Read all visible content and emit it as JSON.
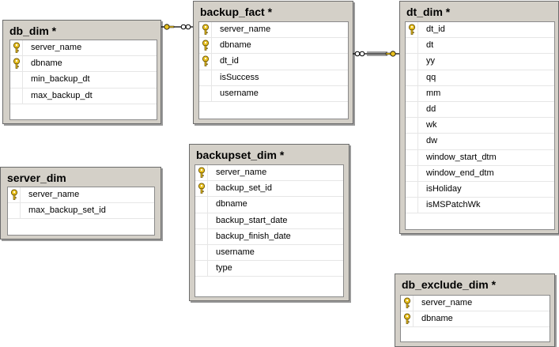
{
  "diagram": {
    "tables": [
      {
        "title": "db_dim *",
        "columns": [
          {
            "name": "server_name",
            "pk": true
          },
          {
            "name": "dbname",
            "pk": true
          },
          {
            "name": "min_backup_dt",
            "pk": false
          },
          {
            "name": "max_backup_dt",
            "pk": false
          }
        ]
      },
      {
        "title": "backup_fact *",
        "columns": [
          {
            "name": "server_name",
            "pk": true
          },
          {
            "name": "dbname",
            "pk": true
          },
          {
            "name": "dt_id",
            "pk": true
          },
          {
            "name": "isSuccess",
            "pk": false
          },
          {
            "name": "username",
            "pk": false
          }
        ]
      },
      {
        "title": "dt_dim *",
        "columns": [
          {
            "name": "dt_id",
            "pk": true
          },
          {
            "name": "dt",
            "pk": false
          },
          {
            "name": "yy",
            "pk": false
          },
          {
            "name": "qq",
            "pk": false
          },
          {
            "name": "mm",
            "pk": false
          },
          {
            "name": "dd",
            "pk": false
          },
          {
            "name": "wk",
            "pk": false
          },
          {
            "name": "dw",
            "pk": false
          },
          {
            "name": "window_start_dtm",
            "pk": false
          },
          {
            "name": "window_end_dtm",
            "pk": false
          },
          {
            "name": "isHoliday",
            "pk": false
          },
          {
            "name": "isMSPatchWk",
            "pk": false
          }
        ]
      },
      {
        "title": "server_dim",
        "columns": [
          {
            "name": "server_name",
            "pk": true
          },
          {
            "name": "max_backup_set_id",
            "pk": false
          }
        ]
      },
      {
        "title": "backupset_dim *",
        "columns": [
          {
            "name": "server_name",
            "pk": true
          },
          {
            "name": "backup_set_id",
            "pk": true
          },
          {
            "name": "dbname",
            "pk": false
          },
          {
            "name": "backup_start_date",
            "pk": false
          },
          {
            "name": "backup_finish_date",
            "pk": false
          },
          {
            "name": "username",
            "pk": false
          },
          {
            "name": "type",
            "pk": false
          }
        ]
      },
      {
        "title": "db_exclude_dim *",
        "columns": [
          {
            "name": "server_name",
            "pk": true
          },
          {
            "name": "dbname",
            "pk": true
          }
        ]
      }
    ],
    "relationships": [
      {
        "from": "db_dim *",
        "to": "backup_fact *"
      },
      {
        "from": "backup_fact *",
        "to": "dt_dim *"
      }
    ],
    "colors": {
      "canvas": "#ffffff",
      "table_frame": "#d4d0c8",
      "key_icon": "#e8c020",
      "connector": "#000000"
    },
    "icon": "primary-key-icon"
  }
}
